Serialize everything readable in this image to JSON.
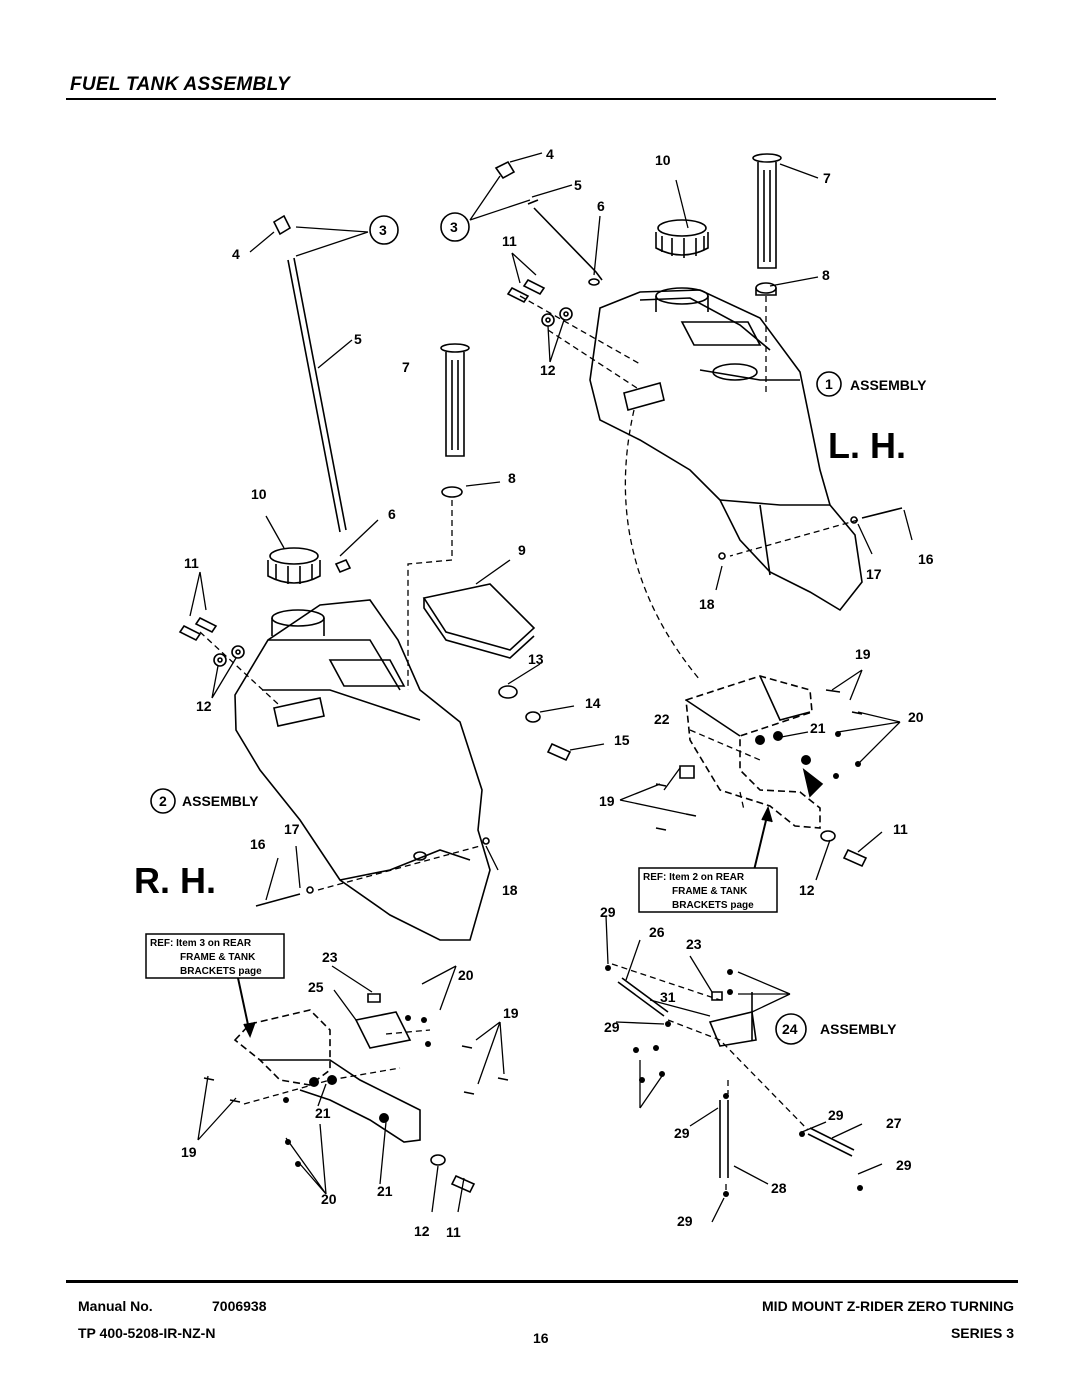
{
  "header": {
    "title": "FUEL TANK ASSEMBLY"
  },
  "callouts": [
    "4",
    "5",
    "6",
    "3",
    "3",
    "4",
    "5",
    "6",
    "7",
    "8",
    "9",
    "10",
    "10",
    "11",
    "11",
    "12",
    "12",
    "13",
    "14",
    "15",
    "16",
    "16",
    "17",
    "17",
    "18",
    "18",
    "19",
    "19",
    "19",
    "19",
    "20",
    "20",
    "20",
    "21",
    "21",
    "21",
    "11",
    "12",
    "22",
    "23",
    "23",
    "24",
    "25",
    "26",
    "27",
    "28",
    "29",
    "29",
    "29",
    "29",
    "29",
    "29",
    "31",
    "12",
    "11",
    "7",
    "8",
    "1",
    "2"
  ],
  "labels": {
    "lh": "L. H.",
    "rh": "R. H.",
    "assembly1_num": "1",
    "assembly2_num": "2",
    "assembly24_num": "24",
    "assembly_word": "ASSEMBLY"
  },
  "refs": {
    "ref_rh": [
      "REF: Item 3 on REAR",
      "FRAME & TANK",
      "BRACKETS page"
    ],
    "ref_lh": [
      "REF: Item 2 on REAR",
      "FRAME & TANK",
      "BRACKETS page"
    ]
  },
  "footer": {
    "manual_label": "Manual No.",
    "manual_no": "7006938",
    "tp": "TP 400-5208-IR-NZ-N",
    "page": "16",
    "model": "MID MOUNT Z-RIDER ZERO TURNING",
    "series": "SERIES 3"
  }
}
